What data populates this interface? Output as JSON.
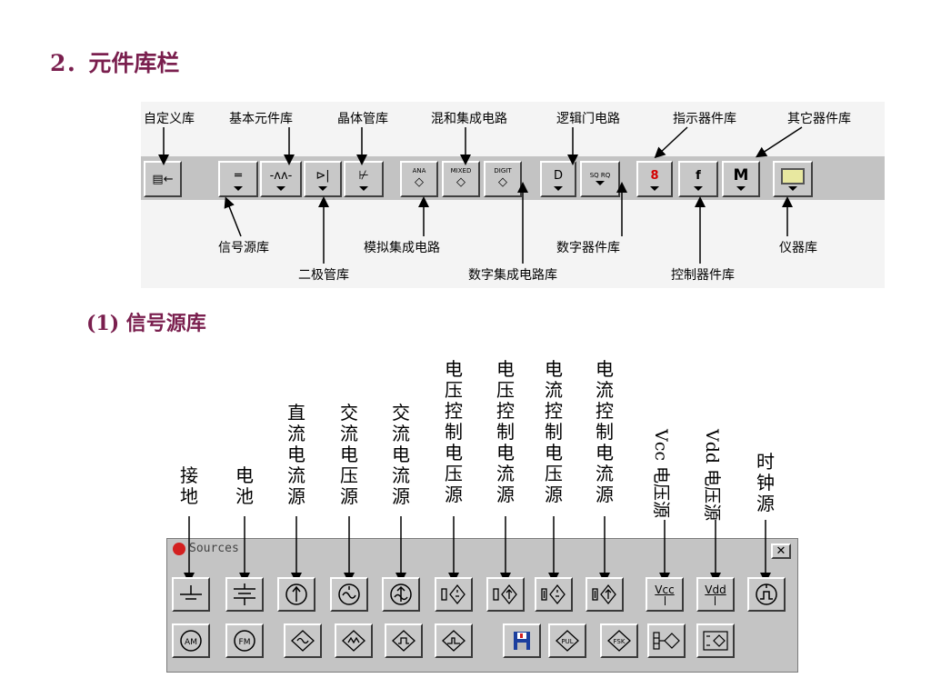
{
  "headings": {
    "section": "2．元件库栏",
    "subsection": "(1) 信号源库"
  },
  "library_toolbar": {
    "top_labels": [
      "自定义库",
      "基本元件库",
      "晶体管库",
      "混和集成电路",
      "逻辑门电路",
      "指示器件库",
      "其它器件库"
    ],
    "bottom_labels": [
      "信号源库",
      "二极管库",
      "模拟集成电路",
      "数字集成电路库",
      "数字器件库",
      "控制器件库",
      "仪器库"
    ],
    "button_text": {
      "ana": "ANA",
      "mixed": "MIXED",
      "digit": "DIGIT",
      "sq": "SQ RQ",
      "control": "f",
      "misc": "M"
    }
  },
  "sources_window": {
    "title": "Sources",
    "close": "✕",
    "labels": {
      "ground": "接地",
      "battery": "电池",
      "dc_current": "直流电流源",
      "ac_voltage": "交流电压源",
      "ac_current": "交流电流源",
      "vcvs": "电压控制电压源",
      "vccs": "电压控制电流源",
      "ccvs": "电流控制电压源",
      "cccs": "电流控制电流源",
      "vcc": "Vcc 电压源",
      "vdd": "Vdd 电压源",
      "clock": "时钟源"
    },
    "button_text": {
      "vcc": "Vcc",
      "vdd": "Vdd",
      "am": "AM",
      "fm": "FM",
      "pul": "PUL",
      "fsk": "FSK"
    }
  }
}
